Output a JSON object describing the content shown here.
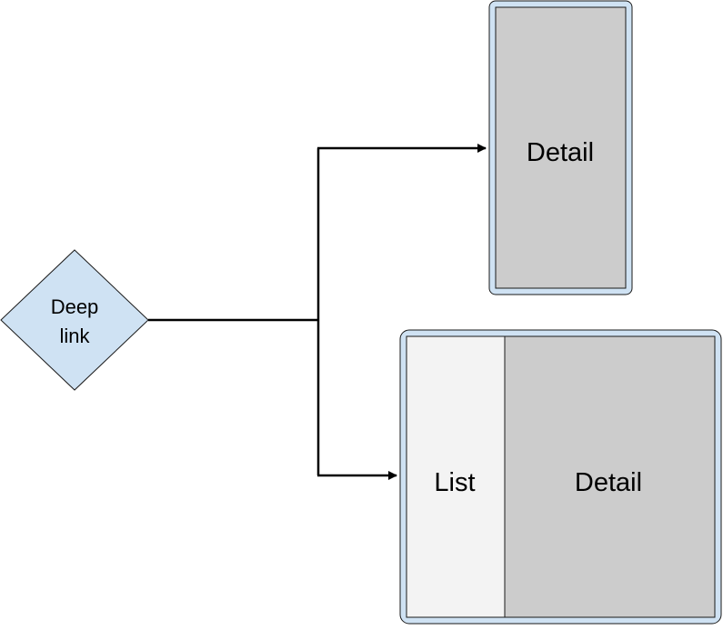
{
  "diagram": {
    "deep_link": {
      "line1": "Deep",
      "line2": "link"
    },
    "phone": {
      "detail_label": "Detail"
    },
    "tablet": {
      "list_label": "List",
      "detail_label": "Detail"
    }
  },
  "colors": {
    "frame_fill": "#cfe2f3",
    "frame_stroke": "#1a1a1a",
    "detail_fill": "#cccccc",
    "list_fill": "#f3f3f3",
    "diamond_fill": "#cfe2f3",
    "connector": "#000000"
  }
}
